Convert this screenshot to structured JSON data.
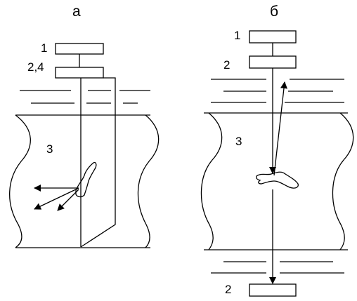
{
  "panel_a": {
    "title": "а",
    "label_1": "1",
    "label_2_4": "2,4",
    "label_3": "3"
  },
  "panel_b": {
    "title": "б",
    "label_1": "1",
    "label_2_top": "2",
    "label_3": "3",
    "label_2_bottom": "2"
  }
}
